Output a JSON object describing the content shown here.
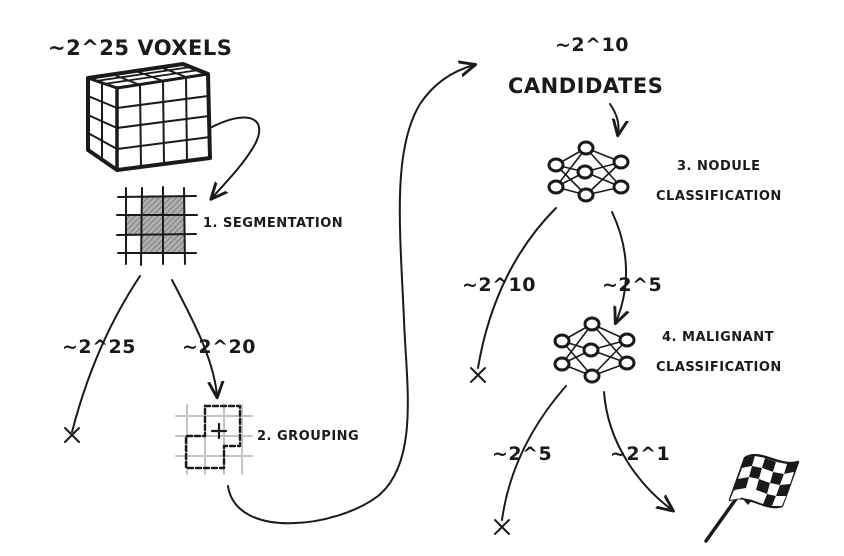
{
  "labels": {
    "voxels": "~2^25 VOXELS",
    "candidates_count": "~2^10",
    "candidates": "CANDIDATES",
    "segmentation": "1. SEGMENTATION",
    "grouping": "2. GROUPING",
    "nodule_line1": "3. NODULE",
    "nodule_line2": "CLASSIFICATION",
    "malignant_line1": "4. MALIGNANT",
    "malignant_line2": "CLASSIFICATION",
    "seg_discard": "~2^25",
    "seg_keep": "~2^20",
    "nodule_discard": "~2^10",
    "nodule_keep": "~2^5",
    "malignant_discard": "~2^5",
    "malignant_keep": "~2^1"
  },
  "colors": {
    "ink": "#1a1a1a",
    "shade": "#8a8a8a",
    "light_grid": "#c4c4c4"
  },
  "icons": [
    "voxel-cube-icon",
    "segmentation-grid-icon",
    "grouping-grid-icon",
    "neural-network-icon",
    "neural-network-icon",
    "checkered-flag-icon",
    "discard-x-icon"
  ]
}
